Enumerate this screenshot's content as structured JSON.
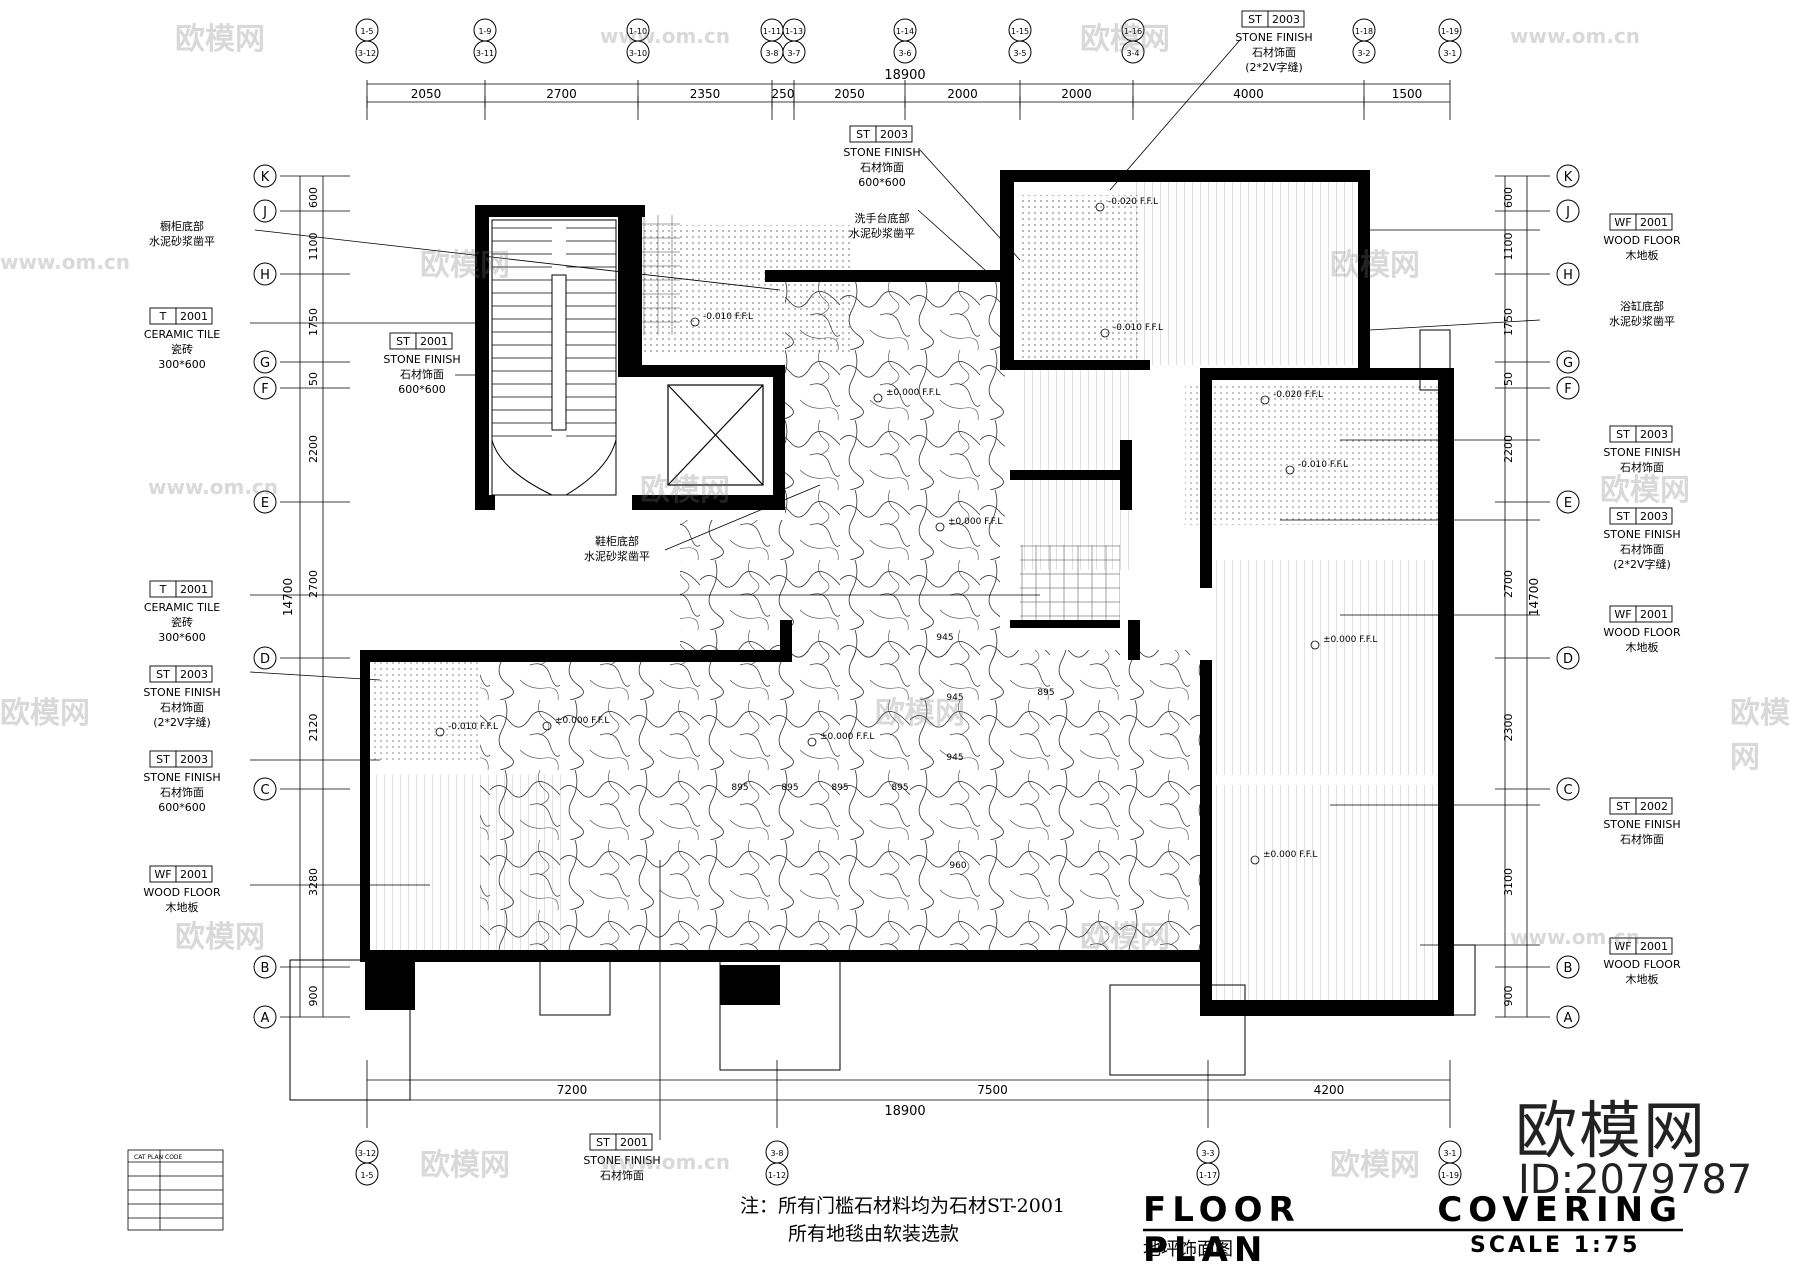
{
  "title": "FLOOR COVERING PLAN",
  "subtitle": "地坪饰面图",
  "scale": "SCALE 1:75",
  "notes": [
    "注：所有门槛石材料均为石材ST-2001",
    "所有地毯由软装选款"
  ],
  "watermark": {
    "brand": "欧模网",
    "id": "ID:2079787",
    "site": "www.om.cn"
  },
  "grid_rows": [
    "K",
    "J",
    "H",
    "G",
    "F",
    "E",
    "D",
    "C",
    "B",
    "A"
  ],
  "top_axes": [
    {
      "a": "1-5",
      "b": "3-12"
    },
    {
      "a": "1-9",
      "b": "3-11"
    },
    {
      "a": "1-10",
      "b": "3-10"
    },
    {
      "a": "1-11",
      "b": "3-8"
    },
    {
      "a": "1-13",
      "b": "3-7"
    },
    {
      "a": "1-14",
      "b": "3-6"
    },
    {
      "a": "1-15",
      "b": "3-5"
    },
    {
      "a": "1-16",
      "b": "3-4"
    },
    {
      "a": "1-18",
      "b": "3-2"
    },
    {
      "a": "1-19",
      "b": "3-1"
    }
  ],
  "bottom_axes": [
    {
      "a": "3-12",
      "b": "1-5"
    },
    {
      "a": "3-8",
      "b": "1-12"
    },
    {
      "a": "3-3",
      "b": "1-17"
    },
    {
      "a": "3-1",
      "b": "1-19"
    }
  ],
  "top_dims": {
    "total": "18900",
    "parts": [
      "2050",
      "2700",
      "2350",
      "250",
      "2050",
      "2000",
      "2000",
      "4000",
      "1500"
    ]
  },
  "bottom_dims": {
    "total": "18900",
    "parts": [
      "7200",
      "7500",
      "4200"
    ]
  },
  "left_dims": {
    "total": "14700",
    "parts": [
      "600",
      "1100",
      "1750",
      "50",
      "2200",
      "2700",
      "2120",
      "3280",
      "900"
    ]
  },
  "right_dims": {
    "total": "14700",
    "parts": [
      "600",
      "1100",
      "1750",
      "50",
      "2200",
      "2700",
      "2300",
      "3100",
      "900"
    ]
  },
  "left_tags": [
    {
      "kind": "text",
      "lines": [
        "橱柜底部",
        "水泥砂浆凿平"
      ]
    },
    {
      "kind": "tag",
      "code": "T",
      "num": "2001",
      "lines": [
        "CERAMIC TILE",
        "瓷砖",
        "300*600"
      ]
    },
    {
      "kind": "tag",
      "code": "ST",
      "num": "2001",
      "lines": [
        "STONE FINISH",
        "石材饰面",
        "600*600"
      ]
    },
    {
      "kind": "tag",
      "code": "T",
      "num": "2001",
      "lines": [
        "CERAMIC TILE",
        "瓷砖",
        "300*600"
      ]
    },
    {
      "kind": "tag",
      "code": "ST",
      "num": "2003",
      "lines": [
        "STONE FINISH",
        "石材饰面",
        "(2*2V字缝)"
      ]
    },
    {
      "kind": "tag",
      "code": "ST",
      "num": "2003",
      "lines": [
        "STONE FINISH",
        "石材饰面",
        "600*600"
      ]
    },
    {
      "kind": "tag",
      "code": "WF",
      "num": "2001",
      "lines": [
        "WOOD FLOOR",
        "木地板"
      ]
    }
  ],
  "right_tags": [
    {
      "kind": "tag",
      "code": "WF",
      "num": "2001",
      "lines": [
        "WOOD FLOOR",
        "木地板"
      ]
    },
    {
      "kind": "text",
      "lines": [
        "浴缸底部",
        "水泥砂浆凿平"
      ]
    },
    {
      "kind": "tag",
      "code": "ST",
      "num": "2003",
      "lines": [
        "STONE FINISH",
        "石材饰面"
      ]
    },
    {
      "kind": "tag",
      "code": "ST",
      "num": "2003",
      "lines": [
        "STONE FINISH",
        "石材饰面",
        "(2*2V字缝)"
      ]
    },
    {
      "kind": "tag",
      "code": "WF",
      "num": "2001",
      "lines": [
        "WOOD FLOOR",
        "木地板"
      ]
    },
    {
      "kind": "tag",
      "code": "ST",
      "num": "2002",
      "lines": [
        "STONE FINISH",
        "石材饰面"
      ]
    },
    {
      "kind": "tag",
      "code": "WF",
      "num": "2001",
      "lines": [
        "WOOD FLOOR",
        "木地板"
      ]
    }
  ],
  "inner_tags": [
    {
      "kind": "tag",
      "code": "ST",
      "num": "2003",
      "lines": [
        "STONE FINISH",
        "石材饰面",
        "600*600"
      ]
    },
    {
      "kind": "tag",
      "code": "ST",
      "num": "2003",
      "lines": [
        "STONE FINISH",
        "石材饰面",
        "(2*2V字缝)"
      ]
    },
    {
      "kind": "text",
      "lines": [
        "洗手台底部",
        "水泥砂浆凿平"
      ]
    },
    {
      "kind": "text",
      "lines": [
        "鞋柜底部",
        "水泥砂浆凿平"
      ]
    },
    {
      "kind": "tag",
      "code": "ST",
      "num": "2001",
      "lines": [
        "STONE FINISH",
        "石材饰面"
      ]
    }
  ],
  "levels": [
    "±0.000 F.F.L",
    "-0.010 F.F.L",
    "-0.020 F.F.L"
  ],
  "tile_dims": [
    "895",
    "945",
    "960"
  ],
  "legend": {
    "header": [
      "CAT",
      "PLAN",
      "CODE"
    ]
  }
}
